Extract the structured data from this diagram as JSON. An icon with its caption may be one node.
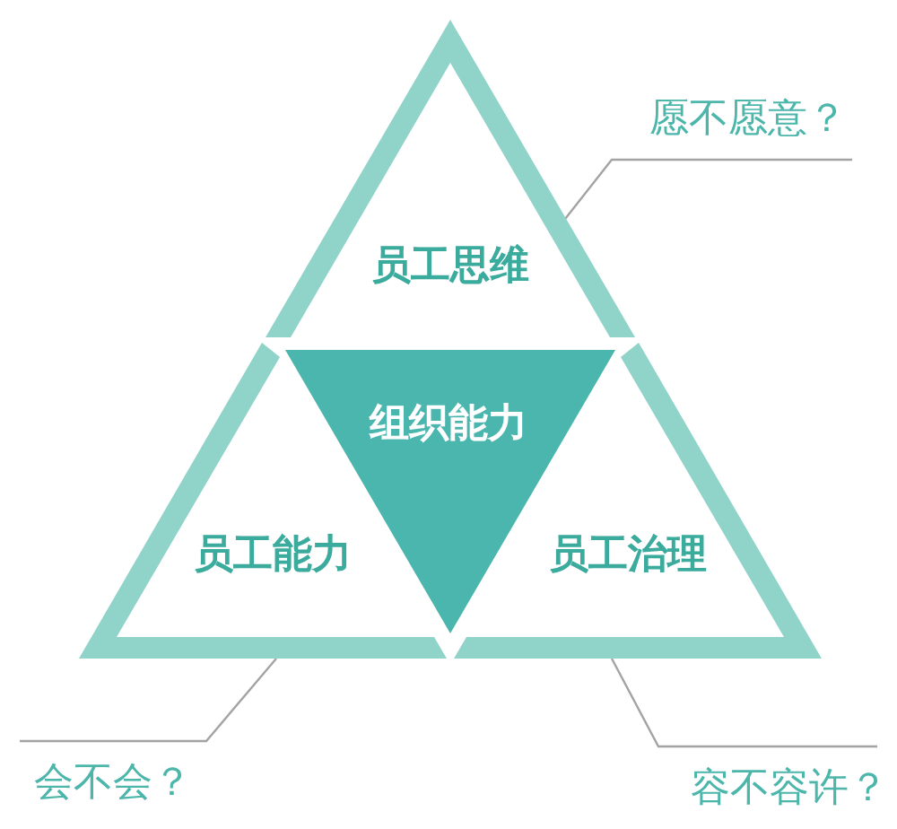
{
  "diagram": {
    "nodes": [
      {
        "text": [
          "员工思维"
        ]
      },
      {
        "text": [
          "愿不愿意？"
        ]
      },
      {
        "text": [
          "组织能力"
        ]
      },
      {
        "text": [
          "员工能力"
        ]
      },
      {
        "text": [
          "员工治理"
        ]
      },
      {
        "text": [
          "会不会？"
        ]
      },
      {
        "text": [
          "容不容许？"
        ]
      }
    ],
    "edges": [
      {
        "from": 1,
        "to": 0,
        "arrow": "none"
      },
      {
        "from": 5,
        "to": 3,
        "arrow": "none"
      },
      {
        "from": 6,
        "to": 4,
        "arrow": "none"
      }
    ]
  }
}
